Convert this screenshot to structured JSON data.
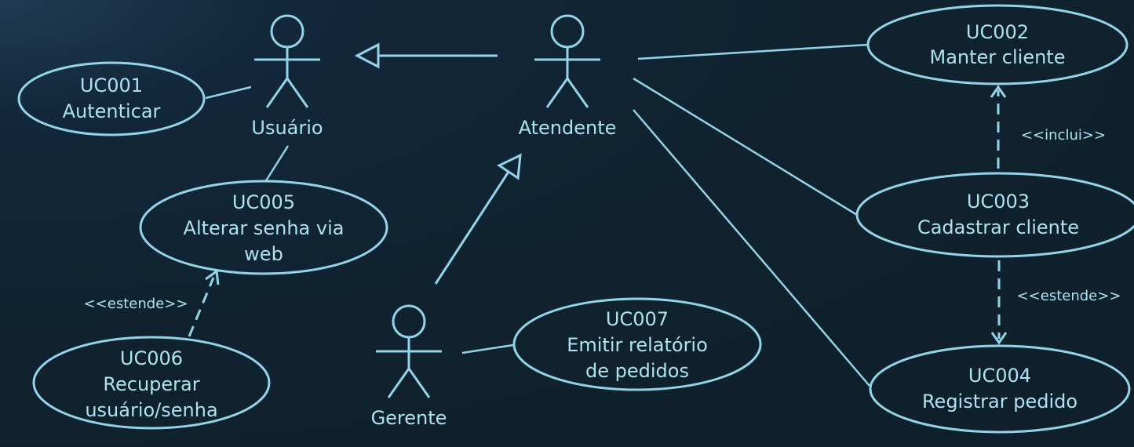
{
  "actors": {
    "usuario": "Usuário",
    "atendente": "Atendente",
    "gerente": "Gerente"
  },
  "use_cases": {
    "uc001": {
      "id": "UC001",
      "line1": "Autenticar"
    },
    "uc002": {
      "id": "UC002",
      "line1": "Manter cliente"
    },
    "uc003": {
      "id": "UC003",
      "line1": "Cadastrar cliente"
    },
    "uc004": {
      "id": "UC004",
      "line1": "Registrar pedido"
    },
    "uc005": {
      "id": "UC005",
      "line1": "Alterar senha via",
      "line2": "web"
    },
    "uc006": {
      "id": "UC006",
      "line1": "Recuperar",
      "line2": "usuário/senha"
    },
    "uc007": {
      "id": "UC007",
      "line1": "Emitir relatório",
      "line2": "de pedidos"
    }
  },
  "stereotypes": {
    "inclui": "<<inclui>>",
    "estende_uc005": "<<estende>>",
    "estende_uc004": "<<estende>>"
  },
  "colors": {
    "background": "#10222f",
    "line": "#93d4e8",
    "text": "#aee2f1"
  }
}
